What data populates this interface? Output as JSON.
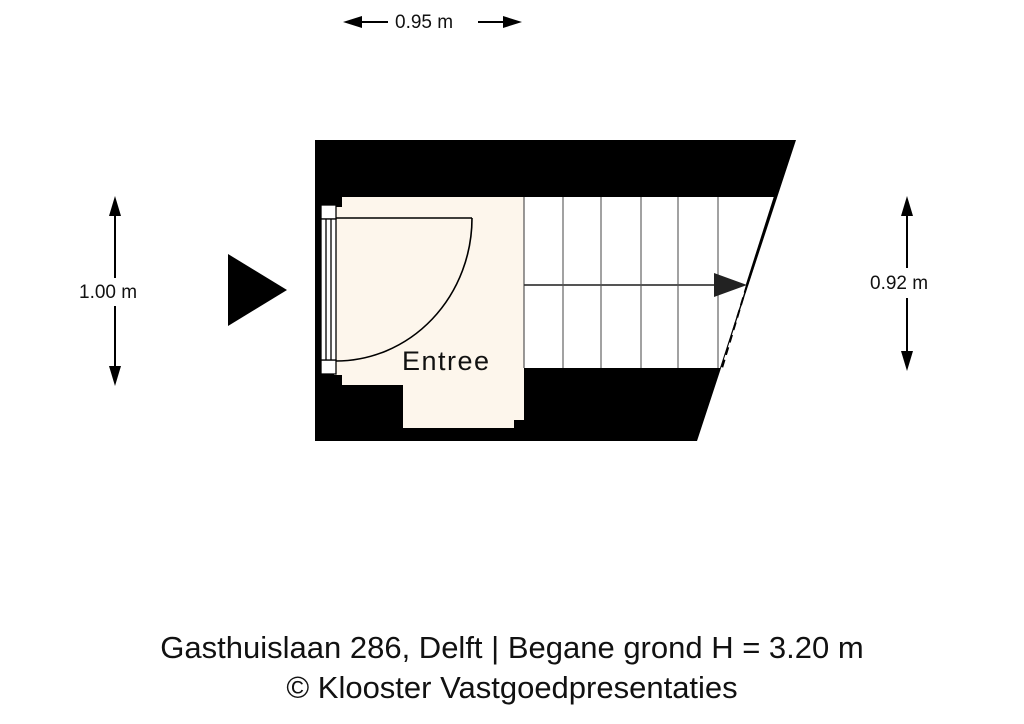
{
  "floorplan": {
    "rooms": [
      {
        "name": "Entree",
        "fill": "#fdf6ec"
      }
    ],
    "dimensions": {
      "top_width": "0.95 m",
      "left_height": "1.00 m",
      "right_height": "0.92 m"
    },
    "colors": {
      "wall": "#000000",
      "room_fill": "#fdf6ec",
      "stair_fill": "#ffffff",
      "stair_lines": "#888888"
    },
    "stairs": {
      "tread_count": 7,
      "direction": "right"
    },
    "entrance_marker": "entrance-arrow"
  },
  "caption": {
    "line1": "Gasthuislaan 286, Delft | Begane grond H = 3.20 m",
    "line2": "© Klooster Vastgoedpresentaties"
  }
}
